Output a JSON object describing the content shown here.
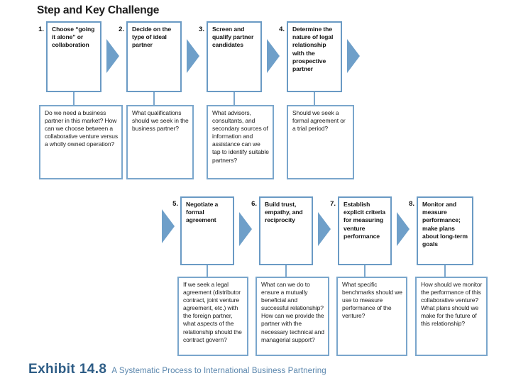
{
  "title": "Step and Key Challenge",
  "caption": {
    "main": "Exhibit 14.8",
    "sub": "A Systematic Process to International Business Partnering"
  },
  "colors": {
    "box_border": "#6a9ac4",
    "question_border": "#7aa6cc",
    "arrow": "#6e9fc9",
    "caption_main": "#2e5d86",
    "caption_sub": "#5a86ad",
    "background": "#ffffff"
  },
  "steps": [
    {
      "number": "1.",
      "step": "Choose “going it alone” or collaboration",
      "question": "Do we need a business partner in this market? How can we choose between a collaborative venture versus a wholly owned operation?"
    },
    {
      "number": "2.",
      "step": "Decide on the type of ideal partner",
      "question": "What qualifications should we seek in the business partner?"
    },
    {
      "number": "3.",
      "step": "Screen and qualify partner candidates",
      "question": "What advisors, consultants, and secondary sources of information and assistance can we tap to identify suitable partners?"
    },
    {
      "number": "4.",
      "step": "Determine the nature of legal relationship with the prospective partner",
      "question": "Should we seek a formal agreement or a trial period?"
    },
    {
      "number": "5.",
      "step": "Negotiate a formal agreement",
      "question": "If we seek a legal agreement (distributor contract, joint venture agreement, etc.) with the foreign partner, what aspects of the relationship should the contract govern?"
    },
    {
      "number": "6.",
      "step": "Build trust, empathy, and reciprocity",
      "question": "What can we do to ensure a mutually beneficial and successful relationship? How can we provide the partner with the necessary technical and managerial support?"
    },
    {
      "number": "7.",
      "step": "Establish explicit criteria for measuring venture performance",
      "question": "What specific benchmarks should we use to measure performance of the venture?"
    },
    {
      "number": "8.",
      "step": "Monitor and measure performance; make plans about long-term goals",
      "question": "How should we monitor the performance of this collaborative venture? What plans should we make for the future of this relationship?"
    }
  ]
}
